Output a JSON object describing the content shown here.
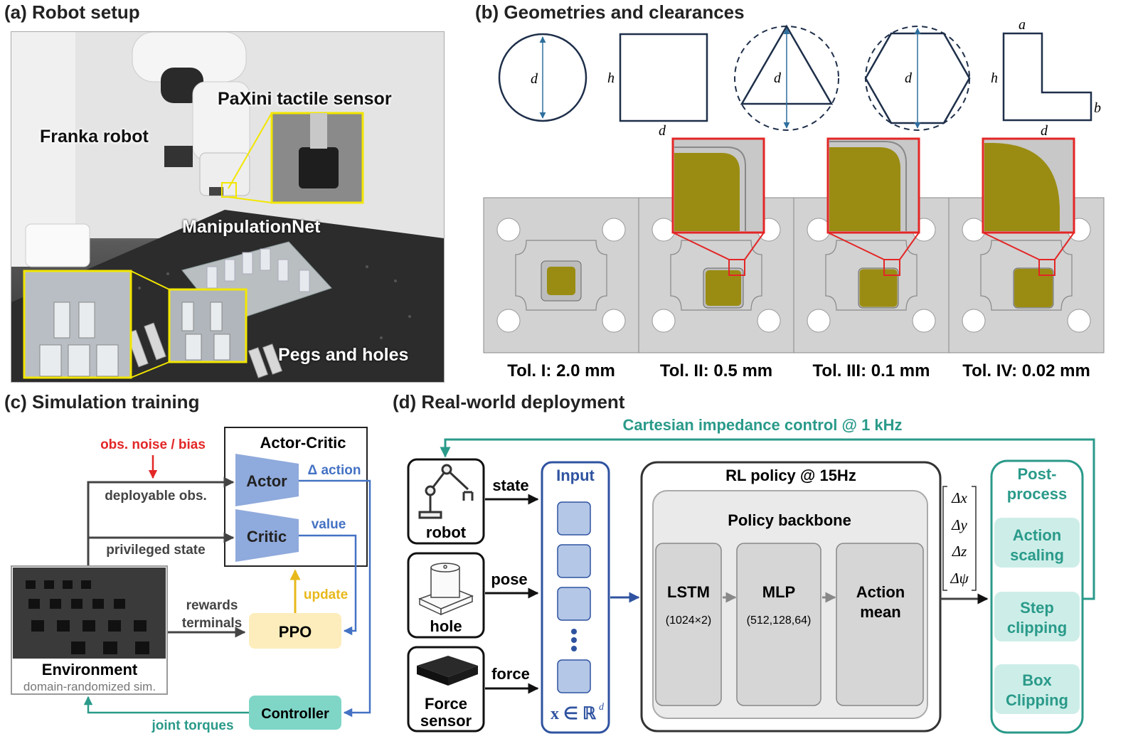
{
  "panels": {
    "a": "(a) Robot setup",
    "b": "(b) Geometries and clearances",
    "c": "(c) Simulation training",
    "d": "(d) Real-world deployment"
  },
  "robot_setup": {
    "franka": "Franka robot",
    "paxini": "PaXini tactile sensor",
    "manipnet": "ManipulationNet",
    "pegs": "Pegs and holes"
  },
  "geometries": {
    "d": "d",
    "h": "h",
    "a": "a",
    "b": "b"
  },
  "tolerances": [
    "Tol. I: 2.0 mm",
    "Tol. II: 0.5 mm",
    "Tol. III: 0.1 mm",
    "Tol. IV: 0.02 mm"
  ],
  "sim": {
    "actor_critic": "Actor-Critic",
    "actor": "Actor",
    "critic": "Critic",
    "obs_noise": "obs. noise / bias",
    "deployable_obs": "deployable obs.",
    "privileged_state": "privileged state",
    "delta_action": "Δ action",
    "value": "value",
    "update": "update",
    "rewards": "rewards",
    "terminals": "terminals",
    "ppo": "PPO",
    "environment": "Environment",
    "env_sub": "domain-randomized sim.",
    "controller": "Controller",
    "joint_torques": "joint torques"
  },
  "deploy": {
    "cartesian": "Cartesian impedance control @ 1 kHz",
    "robot": "robot",
    "hole": "hole",
    "force_sensor_1": "Force",
    "force_sensor_2": "sensor",
    "state": "state",
    "pose": "pose",
    "force": "force",
    "input": "Input",
    "input_formula": "x ∈ ℝ",
    "input_sup": "d",
    "rl_policy": "RL policy @ 15Hz",
    "backbone": "Policy backbone",
    "lstm": "LSTM",
    "lstm_sub": "(1024×2)",
    "mlp": "MLP",
    "mlp_sub": "(512,128,64)",
    "action_mean_1": "Action",
    "action_mean_2": "mean",
    "deltas": [
      "Δx",
      "Δy",
      "Δz",
      "Δψ"
    ],
    "post_1": "Post-",
    "post_2": "process",
    "action_scaling_1": "Action",
    "action_scaling_2": "scaling",
    "step_clipping_1": "Step",
    "step_clipping_2": "clipping",
    "box_clipping_1": "Box",
    "box_clipping_2": "Clipping"
  },
  "colors": {
    "red": "#e32626",
    "blue": "#4472c4",
    "teal": "#2a9a8a",
    "gold": "#e8b91c",
    "olive": "#9a8c12",
    "yellow": "#f2e600"
  }
}
